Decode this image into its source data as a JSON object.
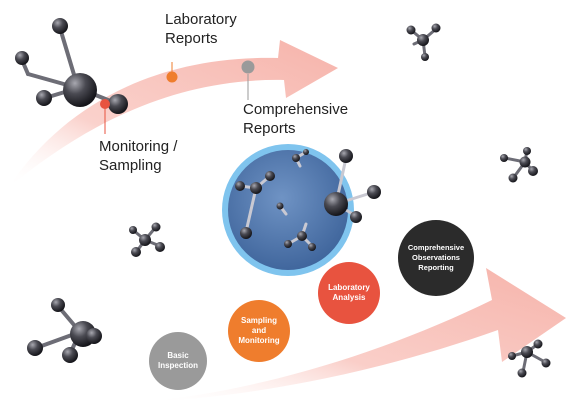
{
  "timeline": {
    "labels": {
      "laboratory_reports": "Laboratory\nReports",
      "comprehensive_reports": "Comprehensive\nReports",
      "monitoring_sampling": "Monitoring /\nSampling"
    },
    "arrow_color": "#f9c6bf",
    "dot_colors": {
      "monitoring": "#e8533f",
      "laboratory": "#ef7d2d",
      "comprehensive": "#9a9a9a"
    }
  },
  "steps": [
    {
      "label": "Basic\nInspection",
      "color": "#9a9a9a"
    },
    {
      "label": "Sampling\nand\nMonitoring",
      "color": "#ef7d2d"
    },
    {
      "label": "Laboratory\nAnalysis",
      "color": "#e8533f"
    },
    {
      "label": "Comprehensive\nObservations\nReporting",
      "color": "#2b2b2b"
    }
  ],
  "magnifier": {
    "fill": "#4a72a8",
    "ring": "#7fc4ee"
  },
  "molecule_color": "#3d3d45"
}
